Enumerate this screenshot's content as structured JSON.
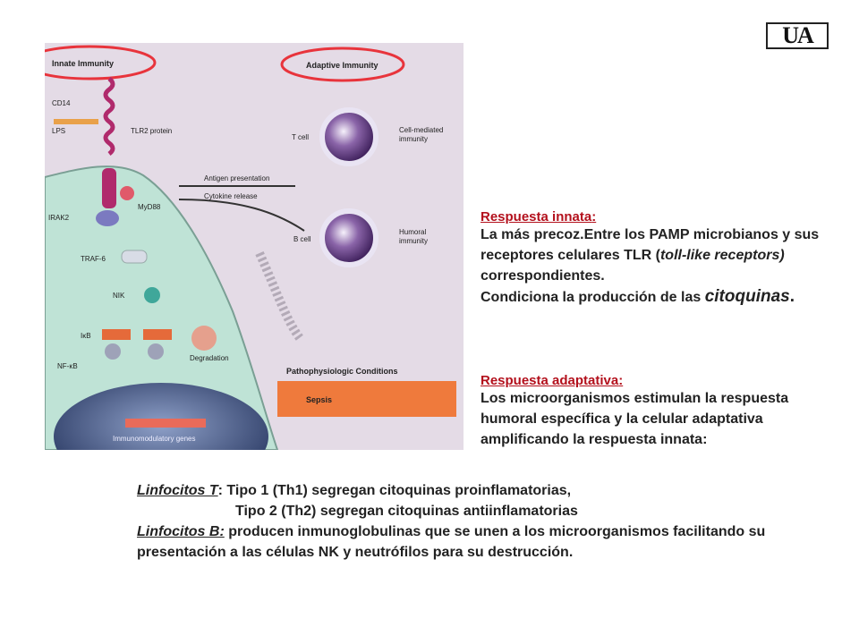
{
  "logo": {
    "text": "UA"
  },
  "figure": {
    "innate_immunity": "Innate Immunity",
    "adaptive_immunity": "Adaptive Immunity",
    "cd14": "CD14",
    "lps": "LPS",
    "tlr2": "TLR2 protein",
    "antigen_presentation": "Antigen presentation",
    "cytokine_release": "Cytokine release",
    "t_cell": "T cell",
    "b_cell": "B cell",
    "cell_mediated": "Cell-mediated",
    "immunity_1": "immunity",
    "humoral": "Humoral",
    "immunity_2": "immunity",
    "irak2": "IRAK2",
    "myd88": "MyD88",
    "traf6": "TRAF-6",
    "nik": "NIK",
    "ikb": "IκB",
    "nfkb": "NF-κB",
    "degradation": "Degradation",
    "pathophysiologic": "Pathophysiologic Conditions",
    "sepsis": "Sepsis",
    "immunomodulatory": "Immunomodulatory genes",
    "colors": {
      "cell": "#bfe3d6",
      "outer": "#e6dde8",
      "circle": "#e8343c",
      "sepsis": "#ef7a3c"
    }
  },
  "innate": {
    "heading": "Respuesta innata",
    "colon": ":",
    "line1": "La más precoz.Entre los PAMP microbianos y sus receptores celulares TLR (",
    "tll": "toll-like receptors)",
    "line2": " correspondientes.",
    "line3": "Condiciona la producción de las ",
    "cito": "citoquinas",
    "dot": "."
  },
  "adaptive": {
    "heading": "Respuesta adaptativa",
    "colon": ":",
    "text": "Los microorganismos estimulan la respuesta humoral específica y la celular adaptativa amplificando la respuesta innata:"
  },
  "lymph": {
    "lt_label": "Linfocitos T",
    "lt_text": ": Tipo 1 (Th1) segregan citoquinas proinflamatorias,",
    "lt_text2": "Tipo 2 (Th2) segregan citoquinas antiinflamatorias",
    "lb_label": "Linfocitos B:",
    "lb_text": " producen inmunoglobulinas que se unen a los microorganismos facilitando su presentación a las células NK y neutrófilos para su destrucción."
  }
}
